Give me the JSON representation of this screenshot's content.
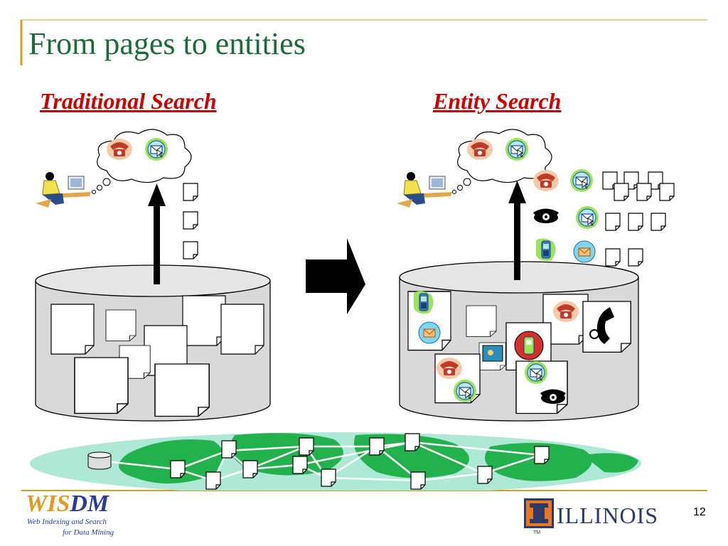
{
  "slide": {
    "title": "From pages to entities",
    "page_number": "12"
  },
  "sections": {
    "left_heading": "Traditional Search",
    "right_heading": "Entity Search"
  },
  "footer": {
    "logo_part1": "WIS",
    "logo_part2": "DM",
    "logo_sub_line1": "Web Indexing and Search",
    "logo_sub_line2": "for Data Mining",
    "university": "ILLINOIS",
    "university_mark": "TM"
  },
  "colors": {
    "title": "#1e6b3a",
    "heading": "#cc0000",
    "accent_gold": "#d4a017",
    "web_ellipse": "#aee8d6",
    "land": "#22b14c",
    "phone": "#c0392b",
    "email_halo": "#9be35a"
  },
  "icons": [
    "user-at-computer-icon",
    "thought-bubble-icon",
    "telephone-icon",
    "email-icon",
    "cell-phone-icon",
    "rotary-phone-icon",
    "database-icon",
    "document-icon",
    "arrow-right-icon",
    "arrow-up-icon",
    "globe-web-icon",
    "illinois-logo-icon"
  ]
}
